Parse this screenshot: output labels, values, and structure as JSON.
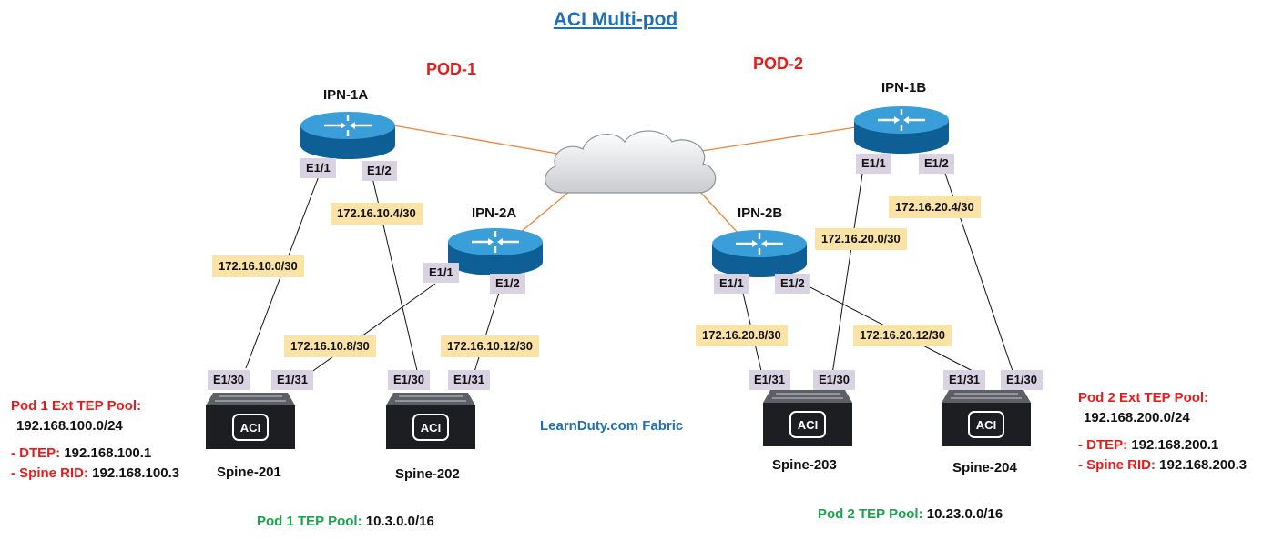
{
  "title": "ACI Multi-pod",
  "pods": {
    "pod1": "POD-1",
    "pod2": "POD-2"
  },
  "devices": {
    "ipn1a": "IPN-1A",
    "ipn2a": "IPN-2A",
    "ipn1b": "IPN-1B",
    "ipn2b": "IPN-2B",
    "spine201": "Spine-201",
    "spine202": "Spine-202",
    "spine203": "Spine-203",
    "spine204": "Spine-204"
  },
  "spine_logo": "ACI",
  "ports": {
    "ipn1a_e11": "E1/1",
    "ipn1a_e12": "E1/2",
    "ipn2a_e11": "E1/1",
    "ipn2a_e12": "E1/2",
    "ipn1b_e11": "E1/1",
    "ipn1b_e12": "E1/2",
    "ipn2b_e11": "E1/1",
    "ipn2b_e12": "E1/2",
    "s201_e130": "E1/30",
    "s201_e131": "E1/31",
    "s202_e130": "E1/30",
    "s202_e131": "E1/31",
    "s203_e131": "E1/31",
    "s203_e130": "E1/30",
    "s204_e131": "E1/31",
    "s204_e130": "E1/30"
  },
  "subnets": {
    "s1": "172.16.10.0/30",
    "s2": "172.16.10.4/30",
    "s3": "172.16.10.8/30",
    "s4": "172.16.10.12/30",
    "s5": "172.16.20.0/30",
    "s6": "172.16.20.4/30",
    "s7": "172.16.20.8/30",
    "s8": "172.16.20.12/30"
  },
  "fabric_label": "LearnDuty.com Fabric",
  "pod1_info": {
    "ext_pool_label": "Pod 1 Ext TEP Pool:",
    "ext_pool_value": "192.168.100.0/24",
    "dtep_label": "- DTEP:",
    "dtep_value": "192.168.100.1",
    "rid_label": "- Spine RID:",
    "rid_value": "192.168.100.3",
    "tep_pool_label": "Pod 1 TEP Pool:",
    "tep_pool_value": "10.3.0.0/16"
  },
  "pod2_info": {
    "ext_pool_label": "Pod 2 Ext TEP Pool:",
    "ext_pool_value": "192.168.200.0/24",
    "dtep_label": "- DTEP:",
    "dtep_value": "192.168.200.1",
    "rid_label": "- Spine RID:",
    "rid_value": "192.168.200.3",
    "tep_pool_label": "Pod 2 TEP Pool:",
    "tep_pool_value": "10.23.0.0/16"
  },
  "colors": {
    "title": "#1f6fb7",
    "pod_label": "#e81b1b",
    "pool_label": "#e81b1b",
    "tep_pool_label": "#1aa34a",
    "fabric_label": "#1f6fb7",
    "port_bg": "#d9d2e3",
    "subnet_bg": "#fbe3a5",
    "wan_link": "#e8853a",
    "router_blue": "#1b84c4"
  }
}
